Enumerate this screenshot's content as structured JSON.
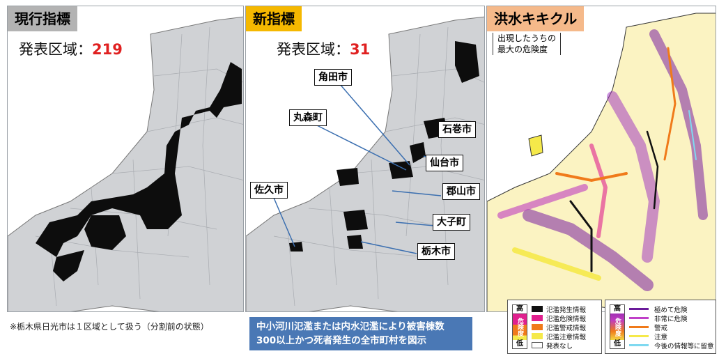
{
  "panels": {
    "current": {
      "title": "現行指標",
      "count_label": "発表区域：",
      "count_value": "219",
      "title_bg": "#b3b3b3"
    },
    "new": {
      "title": "新指標",
      "count_label": "発表区域：",
      "count_value": "31",
      "title_bg": "#f5b800",
      "cities": [
        "角田市",
        "丸森町",
        "石巻市",
        "仙台市",
        "佐久市",
        "郡山市",
        "大子町",
        "栃木市"
      ]
    },
    "kikikuru": {
      "title": "洪水キキクル",
      "title_bg": "#f5b98a",
      "subtitle_line1": "出現したうちの",
      "subtitle_line2": "最大の危険度"
    }
  },
  "note": "※栃木県日光市は１区域として扱う（分割前の状態）",
  "description_line1": "中小河川氾濫または内水氾濫により被害棟数",
  "description_line2": "300以上かつ死者発生の全市町村を図示",
  "legend_warning": {
    "scale_high": "高",
    "scale_mid": "危険度",
    "scale_low": "低",
    "items": [
      {
        "label": "氾濫発生情報",
        "color": "#111111"
      },
      {
        "label": "氾濫危険情報",
        "color": "#e0208e"
      },
      {
        "label": "氾濫警戒情報",
        "color": "#f07a1a"
      },
      {
        "label": "氾濫注意情報",
        "color": "#f5e94a"
      },
      {
        "label": "発表なし",
        "color": "#ffffff"
      }
    ]
  },
  "legend_kikikuru": {
    "scale_high": "高",
    "scale_mid": "危険度",
    "scale_low": "低",
    "items": [
      {
        "label": "極めて危険",
        "color": "#6a1b9a"
      },
      {
        "label": "非常に危険",
        "color": "#c040c8"
      },
      {
        "label": "警戒",
        "color": "#f07a1a"
      },
      {
        "label": "注意",
        "color": "#f5e94a"
      },
      {
        "label": "今後の情報等に留意",
        "color": "#7fd9f0"
      }
    ]
  }
}
